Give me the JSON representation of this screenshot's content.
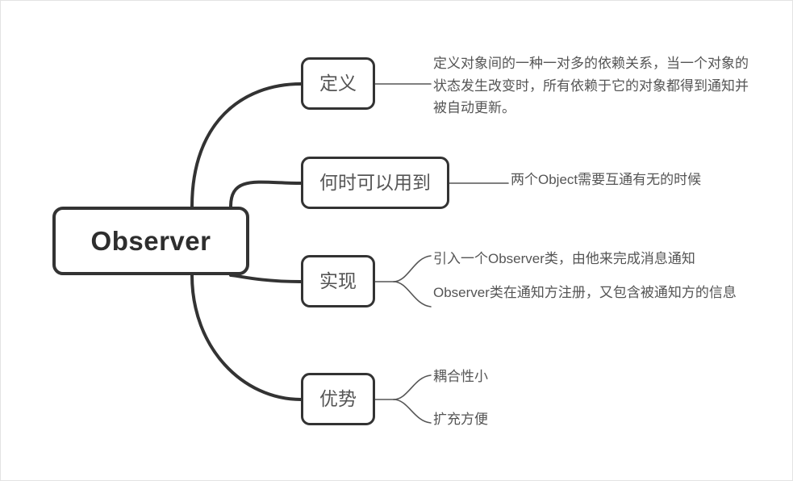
{
  "diagram": {
    "type": "mind-map",
    "title": "Observer",
    "colors": {
      "stroke": "#333333",
      "root_text": "#2e2e2e",
      "node_text": "#555555",
      "leaf_text": "#555555",
      "background": "#ffffff",
      "thin_connector": "#555555"
    },
    "root": {
      "label": "Observer"
    },
    "branches": [
      {
        "label": "定义",
        "leaves": [
          "定义对象间的一种一对多的依赖关系，当一个对象的状态发生改变时，所有依赖于它的对象都得到通知并被自动更新。"
        ]
      },
      {
        "label": "何时可以用到",
        "leaves": [
          "两个Object需要互通有无的时候"
        ]
      },
      {
        "label": "实现",
        "leaves": [
          "引入一个Observer类，由他来完成消息通知",
          "Observer类在通知方注册，又包含被通知方的信息"
        ]
      },
      {
        "label": "优势",
        "leaves": [
          "耦合性小",
          "扩充方便"
        ]
      }
    ]
  }
}
